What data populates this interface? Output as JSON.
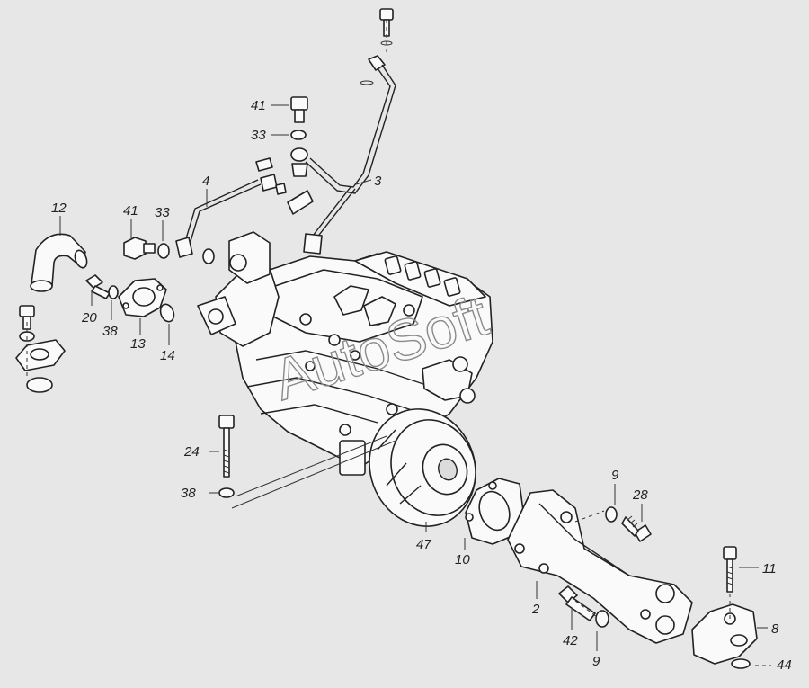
{
  "watermark": "AutoSoft",
  "callouts": [
    {
      "id": "c41a",
      "text": "41"
    },
    {
      "id": "c33a",
      "text": "33"
    },
    {
      "id": "c4",
      "text": "4"
    },
    {
      "id": "c3",
      "text": "3"
    },
    {
      "id": "c12",
      "text": "12"
    },
    {
      "id": "c41b",
      "text": "41"
    },
    {
      "id": "c33b",
      "text": "33"
    },
    {
      "id": "c20",
      "text": "20"
    },
    {
      "id": "c38a",
      "text": "38"
    },
    {
      "id": "c13",
      "text": "13"
    },
    {
      "id": "c14",
      "text": "14"
    },
    {
      "id": "c24",
      "text": "24"
    },
    {
      "id": "c38b",
      "text": "38"
    },
    {
      "id": "c47",
      "text": "47"
    },
    {
      "id": "c10",
      "text": "10"
    },
    {
      "id": "c9a",
      "text": "9"
    },
    {
      "id": "c28",
      "text": "28"
    },
    {
      "id": "c11",
      "text": "11"
    },
    {
      "id": "c2",
      "text": "2"
    },
    {
      "id": "c8",
      "text": "8"
    },
    {
      "id": "c42",
      "text": "42"
    },
    {
      "id": "c9b",
      "text": "9"
    },
    {
      "id": "c44",
      "text": "44"
    }
  ]
}
